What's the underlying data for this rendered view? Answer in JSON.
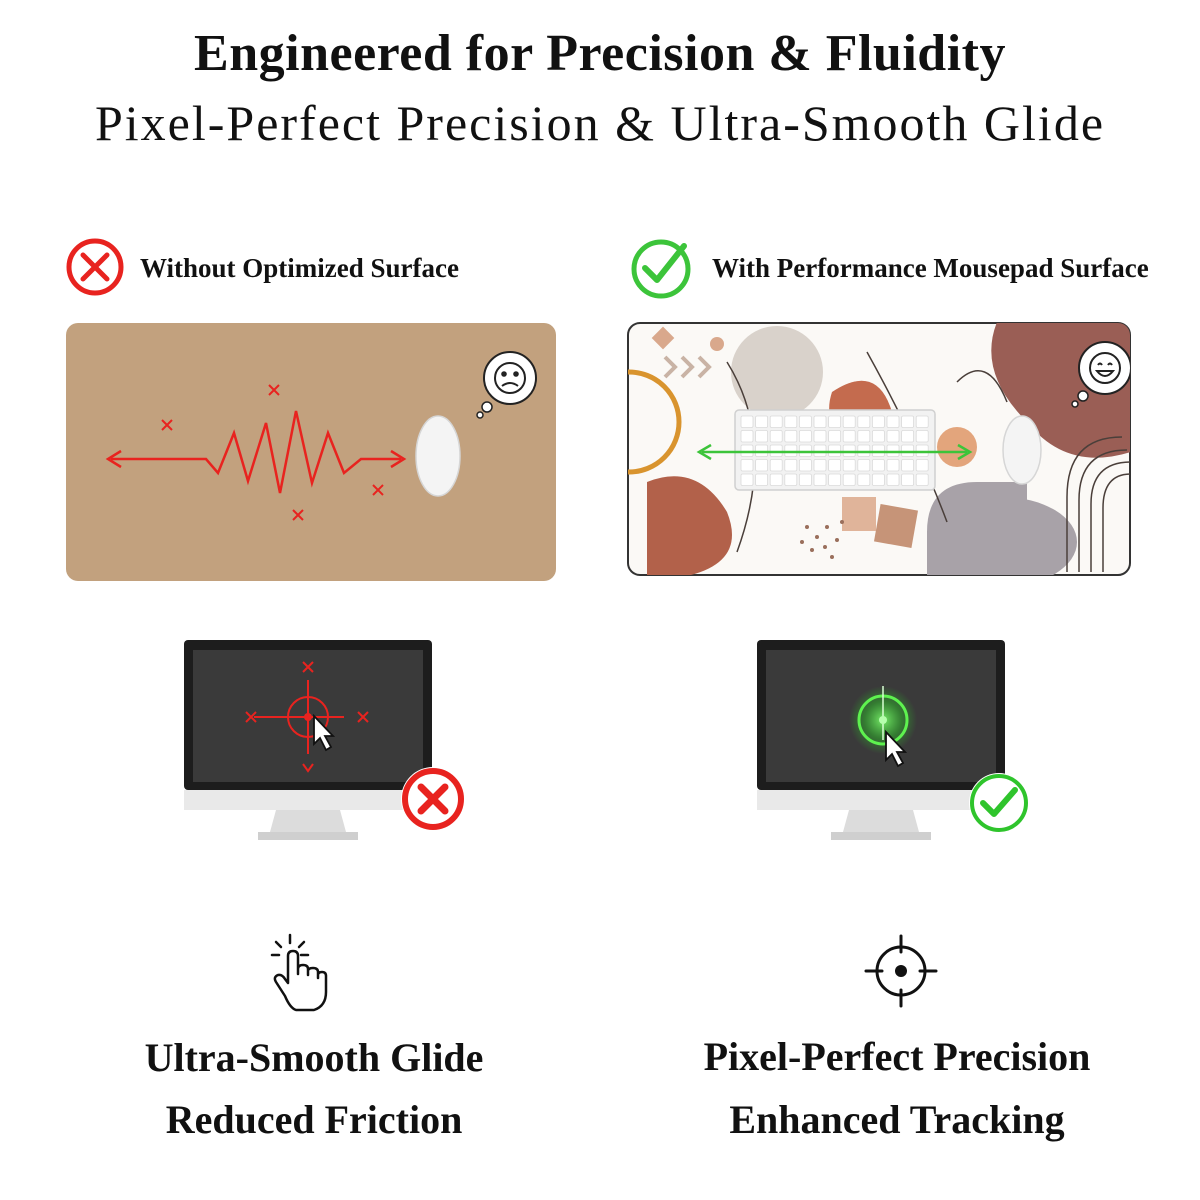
{
  "header": {
    "title": "Engineered for Precision & Fluidity",
    "subtitle": "Pixel-Perfect Precision & Ultra-Smooth Glide"
  },
  "left_column": {
    "label": "Without Optimized Surface",
    "status_icon": "red-x-circle-icon",
    "mood_icon": "frown-face-icon",
    "caption_line1": "Ultra-Smooth Glide",
    "caption_line2": "Reduced Friction",
    "feature_icon": "tap-hand-icon"
  },
  "right_column": {
    "label": "With Performance Mousepad Surface",
    "status_icon": "green-check-circle-icon",
    "mood_icon": "smile-face-icon",
    "caption_line1": "Pixel-Perfect Precision",
    "caption_line2": "Enhanced Tracking",
    "feature_icon": "crosshair-target-icon"
  },
  "colors": {
    "negative": "#e8231f",
    "positive": "#3cc43a",
    "plain_pad": "#c2a17e",
    "screen": "#3a3a3a"
  }
}
